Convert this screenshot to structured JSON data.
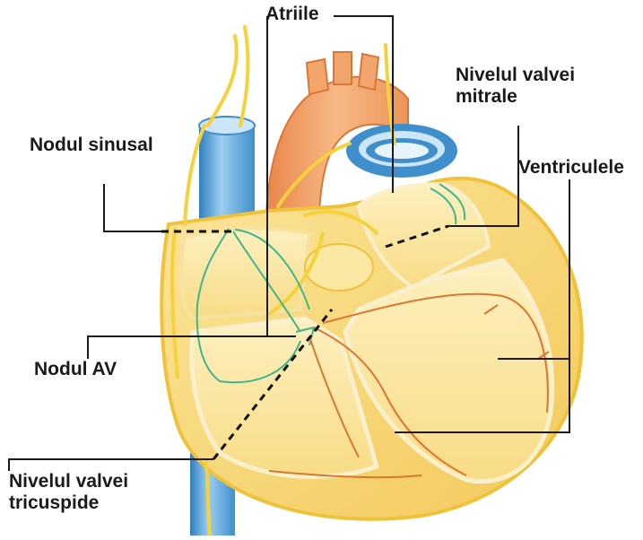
{
  "labels": {
    "atriile": "Atriile",
    "nodul_sinusal": "Nodul sinusal",
    "nivelul_valvei_mitrale": [
      "Nivelul valvei",
      "mitrale"
    ],
    "ventriculele": "Ventriculele",
    "nodul_av": "Nodul AV",
    "nivelul_valvei_tricuspide": [
      "Nivelul valvei",
      "tricuspide"
    ]
  },
  "colors": {
    "background": "#ffffff",
    "heart_fill": "#f7d672",
    "heart_light": "#fbe9a8",
    "heart_outline": "#f0c23a",
    "aorta": "#f2a56b",
    "vena_cava": "#5aa3d6",
    "nerve": "#f5d23a",
    "conduction_green": "#3fb58a",
    "purkinje": "#d9772f",
    "leader_line": "#1a1a1a"
  }
}
